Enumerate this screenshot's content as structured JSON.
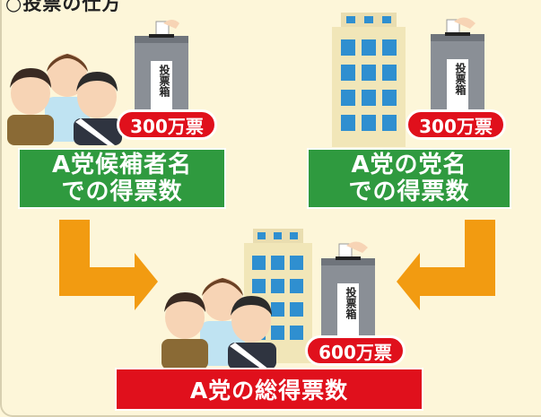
{
  "header_text": "○投票の仕方",
  "ballot_box_label": "投票箱",
  "candidate_votes": {
    "count": "300万票",
    "label_line1": "A党候補者名",
    "label_line2": "での得票数"
  },
  "party_votes": {
    "count": "300万票",
    "label_line1": "A党の党名",
    "label_line2": "での得票数"
  },
  "total_votes": {
    "count": "600万票",
    "label": "A党の総得票数"
  },
  "colors": {
    "background": "#fdf6d9",
    "green": "#2f9a3f",
    "red": "#e0101c",
    "arrow": "#f29b11",
    "ballot_box": "#8a8f96",
    "building": "#f1e6b8",
    "window": "#2f8fd0"
  }
}
